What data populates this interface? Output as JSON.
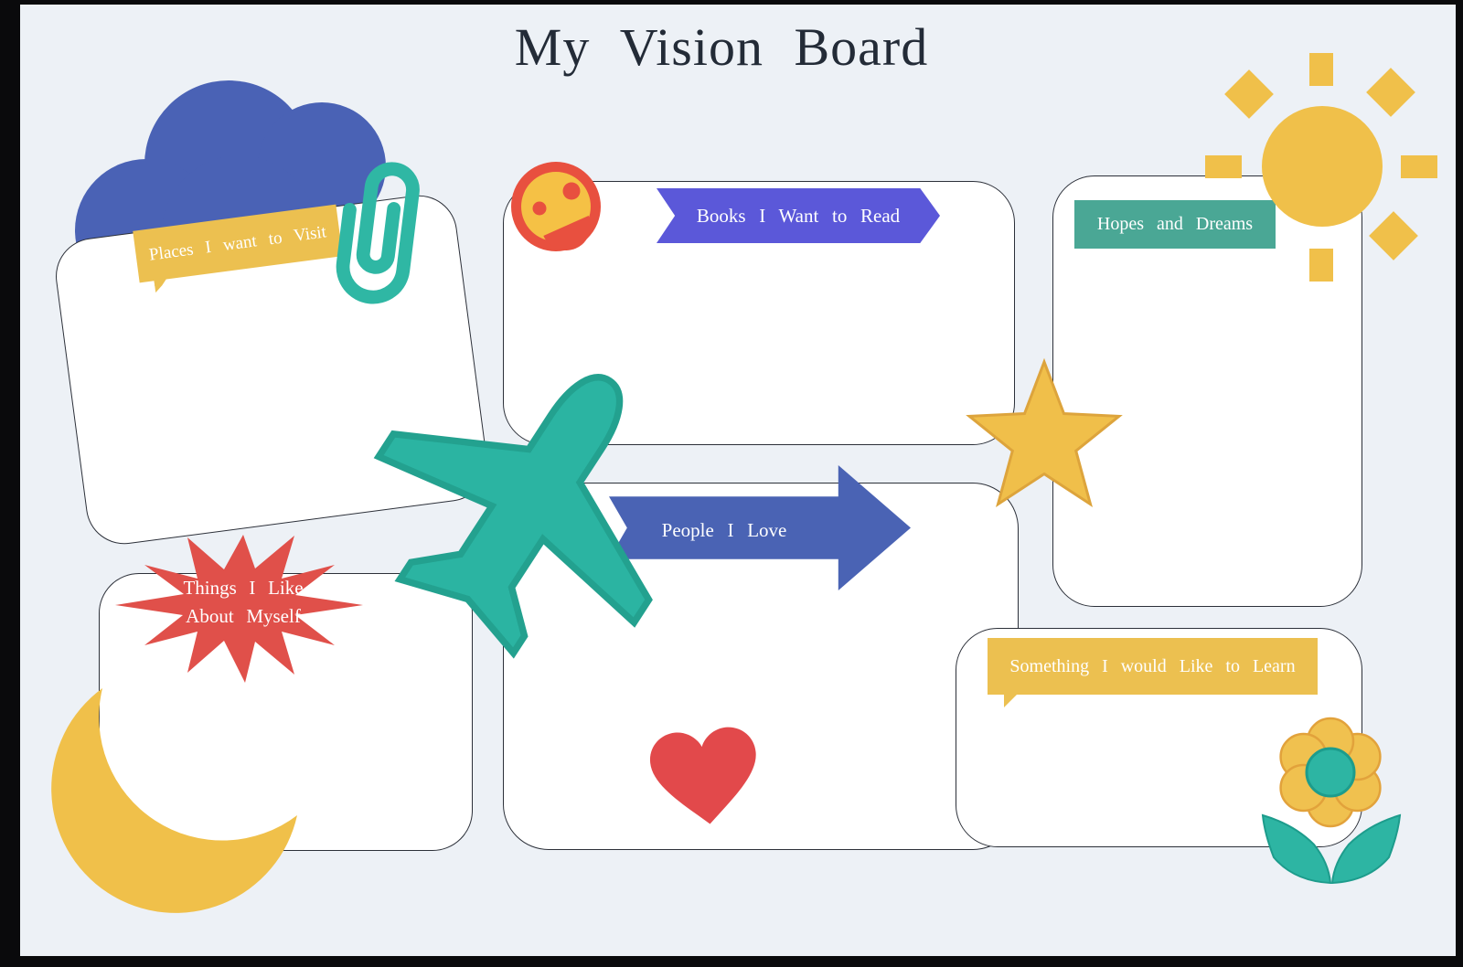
{
  "title": "My Vision Board",
  "cards": {
    "places": {
      "label": "Places I want to Visit"
    },
    "books": {
      "label": "Books I Want to Read"
    },
    "hopes": {
      "label": "Hopes and Dreams"
    },
    "people": {
      "label": "People I Love"
    },
    "things": {
      "line1": "Things I Like",
      "line2": "About Myself"
    },
    "learn": {
      "label": "Something I would Like to Learn"
    }
  },
  "icons": {
    "cloud": "cloud-icon",
    "paperclip": "paperclip-icon",
    "smiley": "smiley-face-icon",
    "airplane": "airplane-icon",
    "star": "star-icon",
    "sun": "sun-icon",
    "moon": "crescent-moon-icon",
    "heart": "heart-icon",
    "flower": "flower-icon"
  },
  "colors": {
    "background": "#edf1f6",
    "frame": "#0a0a0c",
    "card": "#ffffff",
    "card_border": "#2c3039",
    "blue": "#4a62b5",
    "purple_ribbon": "#5b58d9",
    "teal": "#2db4a2",
    "teal_banner": "#4aa795",
    "yellow": "#ecc050",
    "red": "#e0504a",
    "title_text": "#232b37",
    "banner_text": "#ffffff"
  }
}
